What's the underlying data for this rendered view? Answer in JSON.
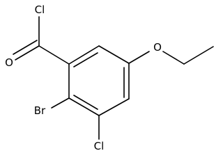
{
  "molecule": {
    "atom_labels": {
      "acyl_cl": "Cl",
      "carbonyl_o": "O",
      "ether_o": "O",
      "br": "Br",
      "ring_cl": "Cl"
    },
    "colors": {
      "background": "#ffffff",
      "bonds": "#000000",
      "labels": "#000000"
    }
  }
}
